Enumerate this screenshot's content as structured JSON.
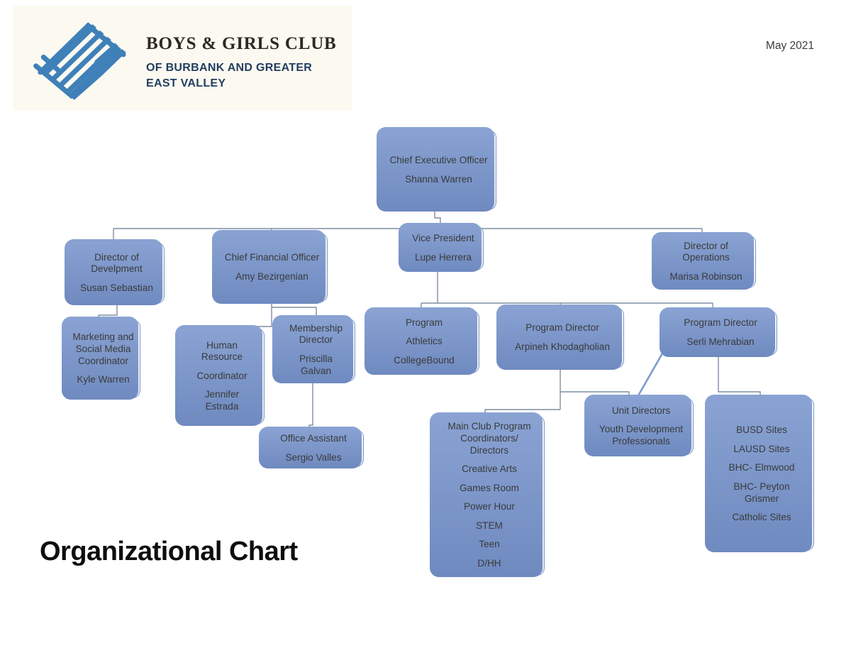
{
  "header": {
    "date": "May 2021",
    "logo": {
      "org_name": "BOYS & GIRLS CLUB",
      "org_subtitle_line1": "OF BURBANK AND GREATER",
      "org_subtitle_line2": "EAST VALLEY"
    }
  },
  "page_title": "Organizational Chart",
  "colors": {
    "box_border": "#7d98c6",
    "box_shadow": "#7b94c9",
    "box_fill": "#edf0f6",
    "connector": "#7f8da3",
    "diagonal_connector": "#7d9bd0",
    "logo_blue": "#3f80b9"
  },
  "nodes": {
    "ceo": {
      "title": "Chief Executive Officer",
      "name": "Shanna Warren"
    },
    "vp": {
      "title": "Vice President",
      "name": "Lupe Herrera"
    },
    "dod": {
      "title": "Director of Develpment",
      "name": "Susan Sebastian"
    },
    "cfo": {
      "title": "Chief Financial Officer",
      "name": "Amy Bezirgenian"
    },
    "doo": {
      "title": "Director of Operations",
      "name": "Marisa Robinson"
    },
    "marketing": {
      "title": "Marketing and Social Media Coordinator",
      "name": "Kyle Warren"
    },
    "hr": {
      "title": "Human Resource",
      "title2": "Coordinator",
      "name": "Jennifer Estrada"
    },
    "membership": {
      "title": "Membership Director",
      "name": "Priscilla Galvan"
    },
    "program": {
      "lines": [
        "Program",
        "Athletics",
        "CollegeBound"
      ]
    },
    "pd1": {
      "title": "Program Director",
      "name": "Arpineh Khodagholian"
    },
    "pd2": {
      "title": "Program Director",
      "name": "Serli Mehrabian"
    },
    "office": {
      "title": "Office Assistant",
      "name": "Sergio Valles"
    },
    "main_club": {
      "title": "Main Club Program Coordinators/ Directors",
      "programs": [
        "Creative Arts",
        "Games Room",
        "Power Hour",
        "STEM",
        "Teen",
        "D/HH"
      ]
    },
    "unit": {
      "title": "Unit Directors",
      "name": "Youth Development Professionals"
    },
    "sites": {
      "items": [
        "BUSD Sites",
        "LAUSD Sites",
        "BHC- Elmwood",
        "BHC- Peyton Grismer",
        "Catholic Sites"
      ]
    }
  }
}
